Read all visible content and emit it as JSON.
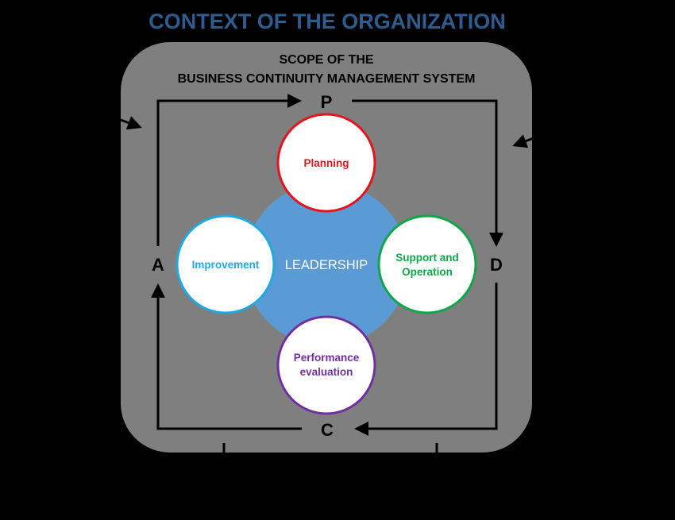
{
  "title": "CONTEXT OF THE ORGANIZATION",
  "scope": {
    "line1": "SCOPE OF THE",
    "line2": "BUSINESS CONTINUITY MANAGEMENT SYSTEM"
  },
  "center": "LEADERSHIP",
  "pdca": {
    "plan": "P",
    "do": "D",
    "check": "C",
    "act": "A"
  },
  "circles": {
    "planning": {
      "line1": "Planning"
    },
    "support": {
      "line1": "Support and",
      "line2": "Operation"
    },
    "performance": {
      "line1": "Performance",
      "line2": "evaluation"
    },
    "improvement": {
      "line1": "Improvement"
    }
  },
  "colors": {
    "background": "#000000",
    "title": "#2e5c8f",
    "scope_box": "#7f7f7f",
    "leadership": "#5b9bd5",
    "planning": "#e3141e",
    "support": "#0fa64a",
    "performance": "#7030a0",
    "improvement": "#1fa9e0"
  }
}
